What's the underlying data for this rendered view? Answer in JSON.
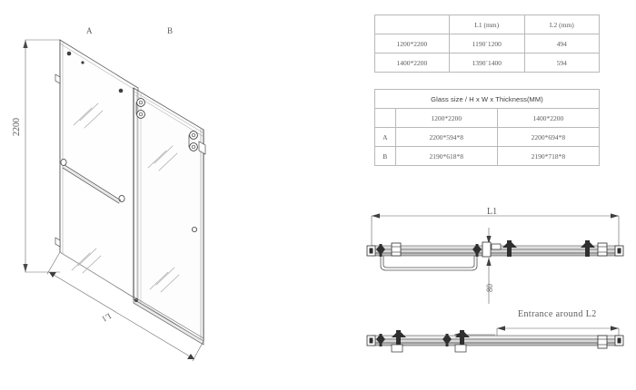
{
  "document": {
    "kind": "shower-door-technical-drawing",
    "background_color": "#ffffff",
    "line_color": "#555555",
    "text_color": "#5a5a5a",
    "table_border_color": "#b9b9b9"
  },
  "tables": {
    "dimensions": {
      "columns": [
        "",
        "L1 (mm)",
        "L2 (mm)"
      ],
      "rows": [
        [
          "1200*2200",
          "1190`1200",
          "494"
        ],
        [
          "1400*2200",
          "1390`1400",
          "594"
        ]
      ]
    },
    "glass": {
      "title": "Glass size / H x W x Thickness(MM)",
      "columns": [
        "",
        "1200*2200",
        "1400*2200"
      ],
      "rows": [
        [
          "A",
          "2200*594*8",
          "2200*694*8"
        ],
        [
          "B",
          "2190*618*8",
          "2190*718*8"
        ]
      ]
    }
  },
  "iso_view": {
    "label_a": "A",
    "label_b": "B",
    "height_dimension": "2200",
    "width_dimension": "L1"
  },
  "plan_view_top": {
    "width_dimension": "L1",
    "offset_dimension": "80"
  },
  "plan_view_bottom": {
    "entrance_note": "Entrance around L2"
  }
}
